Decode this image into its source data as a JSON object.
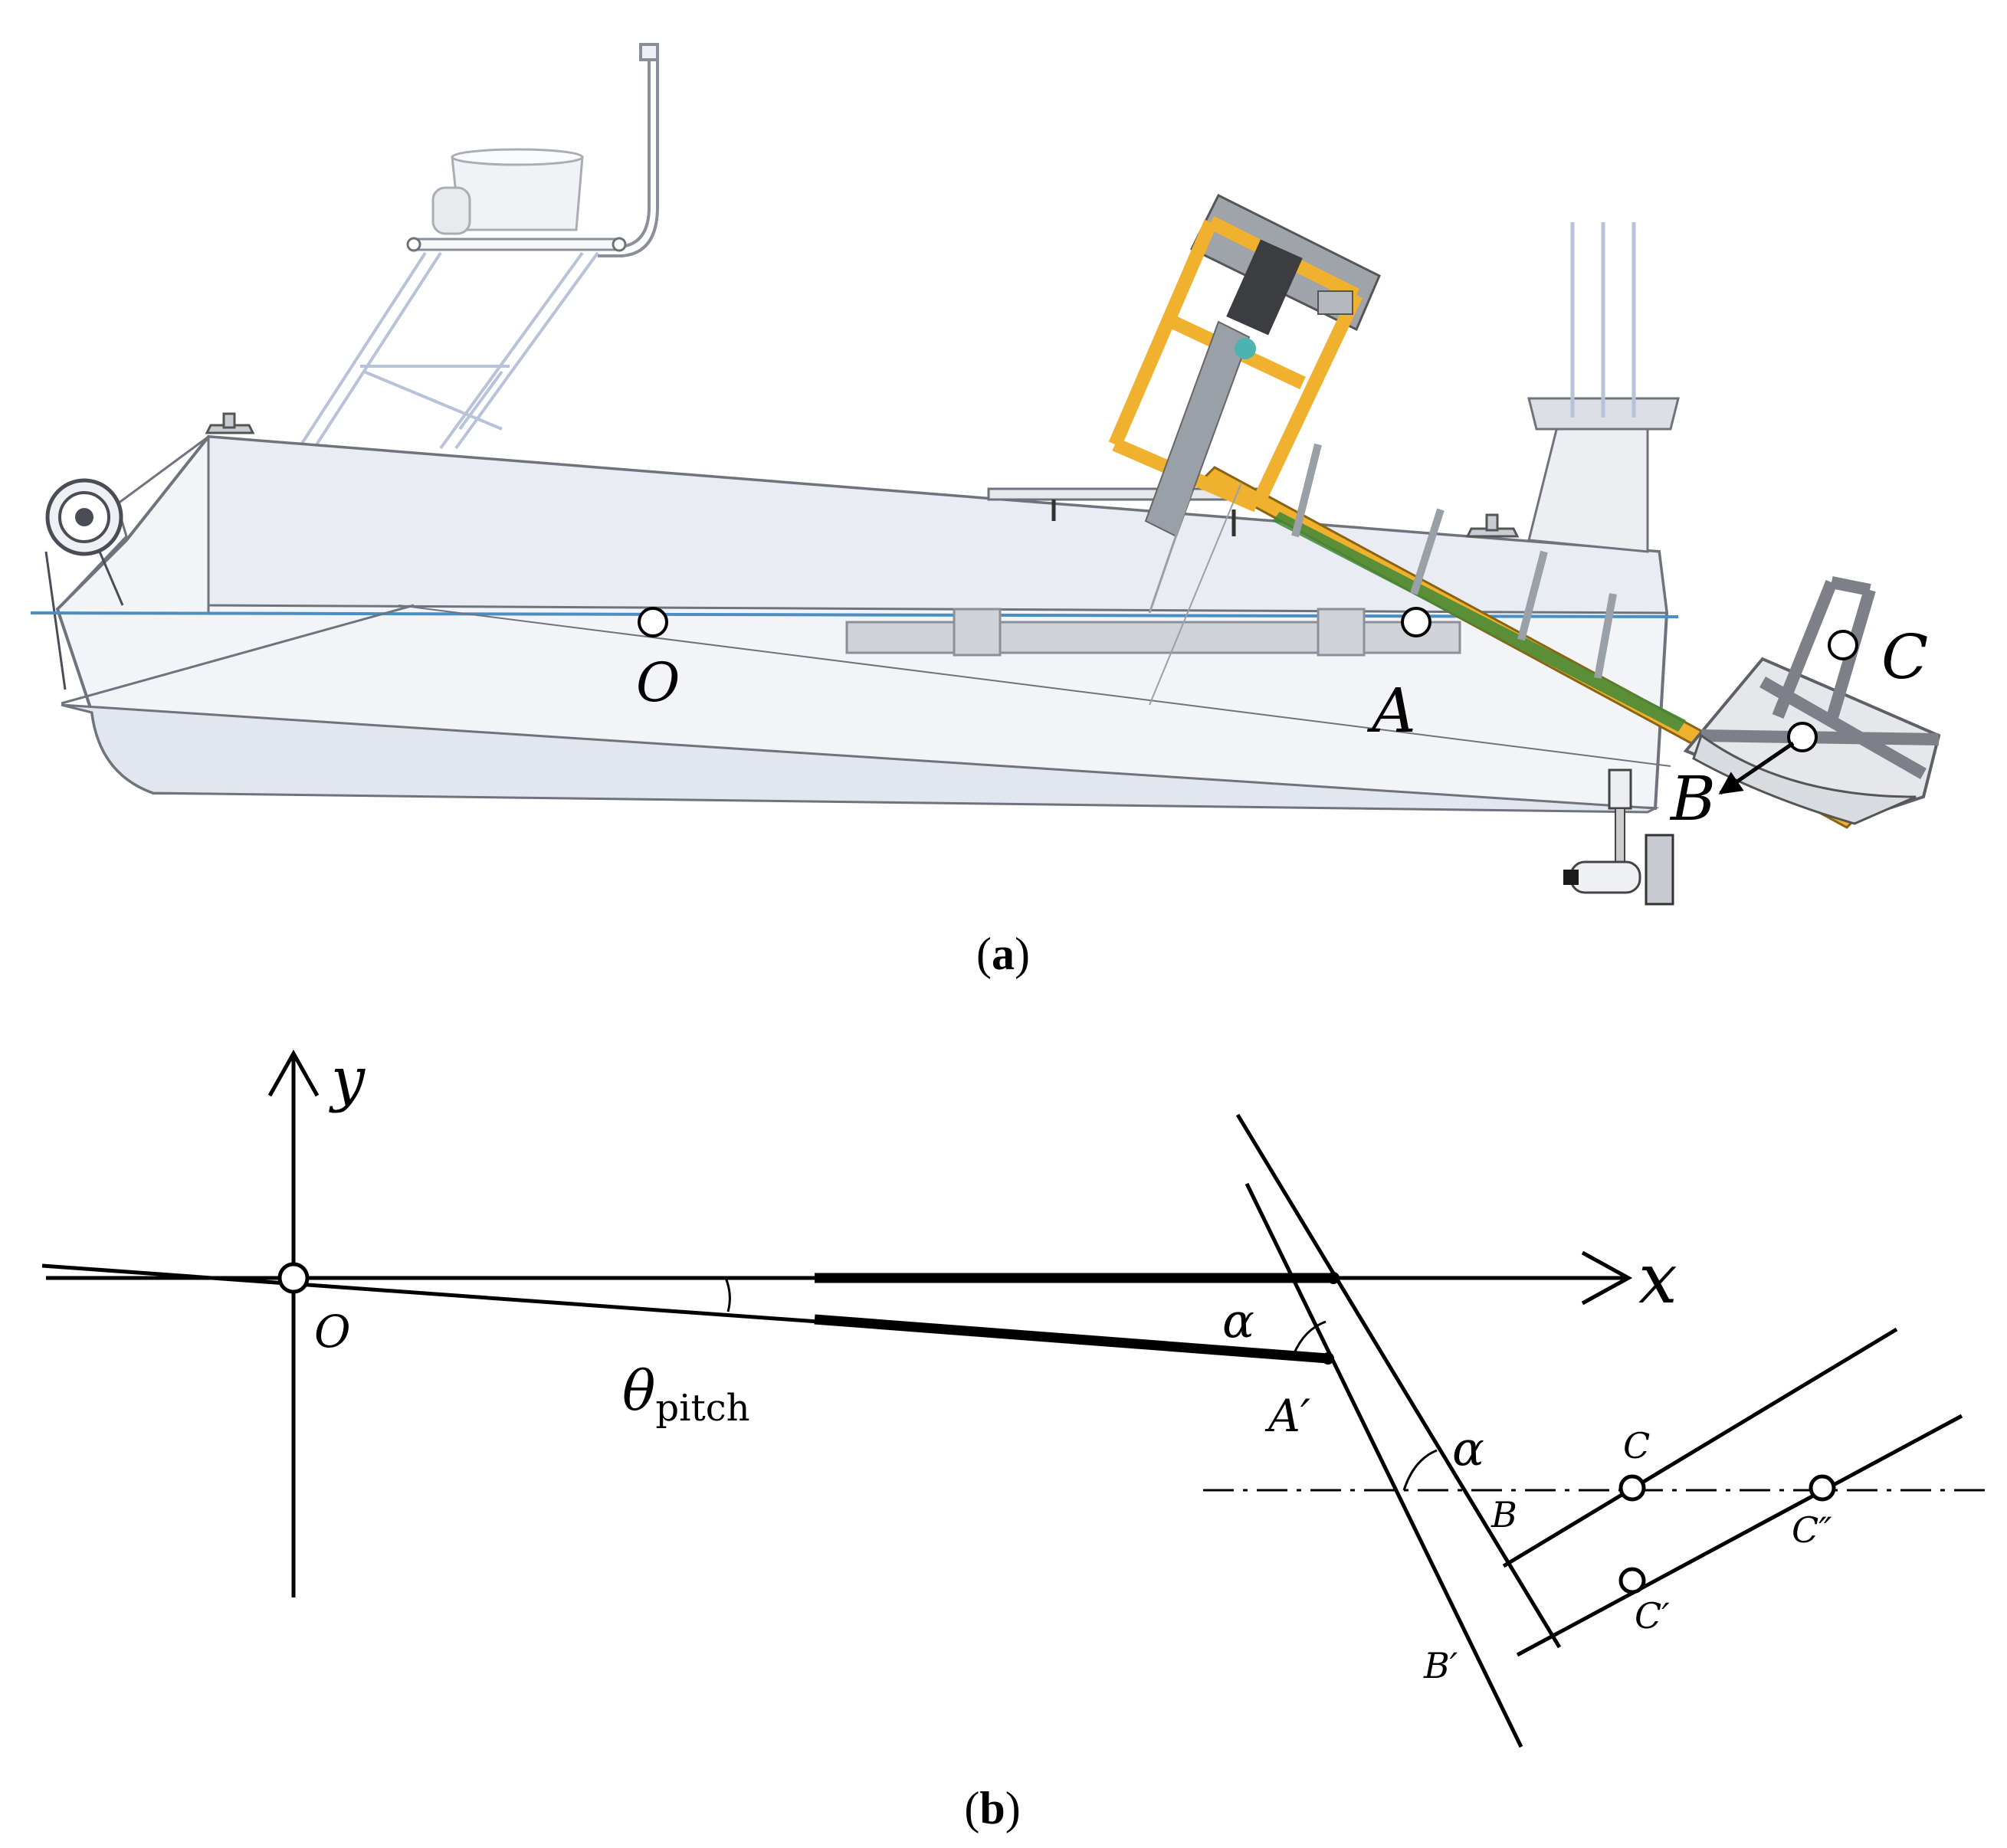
{
  "panel_a": {
    "caption_letter": "a",
    "labels": {
      "O": "O",
      "A": "A",
      "B": "B",
      "C": "C"
    }
  },
  "panel_b": {
    "caption_letter": "b",
    "labels": {
      "y": "y",
      "x": "x",
      "O": "O",
      "theta": "θ",
      "theta_sub": "pitch",
      "alpha1": "α",
      "alpha2": "α",
      "A_prime": "A′",
      "B": "B",
      "B_prime": "B′",
      "C": "C",
      "C_prime": "C′",
      "C_double_prime": "C″"
    }
  },
  "colors": {
    "hull_light": "#f3f5f9",
    "hull_mid": "#e4e7ee",
    "hull_edge": "#555a66",
    "waterline": "#4a8fc4",
    "frame_orange": "#f0b12e",
    "frame_dark": "#8a6412",
    "ramp_green": "#3f8a3a",
    "steel_gray": "#9aa0a8",
    "dark_box": "#3c3d40",
    "ink": "#000000"
  }
}
